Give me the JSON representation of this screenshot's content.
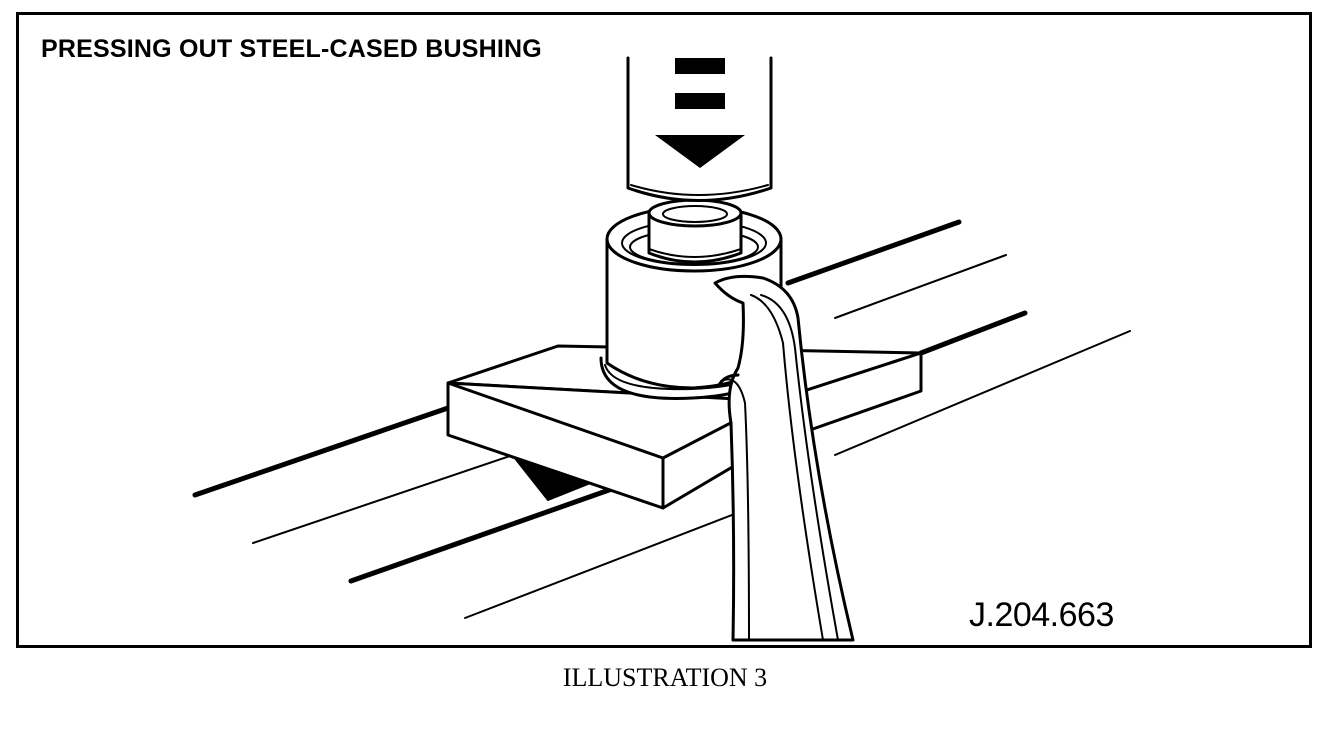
{
  "figure": {
    "title": "PRESSING OUT STEEL-CASED BUSHING",
    "reference_code": "J.204.663",
    "caption": "ILLUSTRATION 3"
  },
  "colors": {
    "ink": "#000000",
    "paper": "#ffffff"
  },
  "icons": {
    "press_direction": "down-arrow-icon"
  }
}
